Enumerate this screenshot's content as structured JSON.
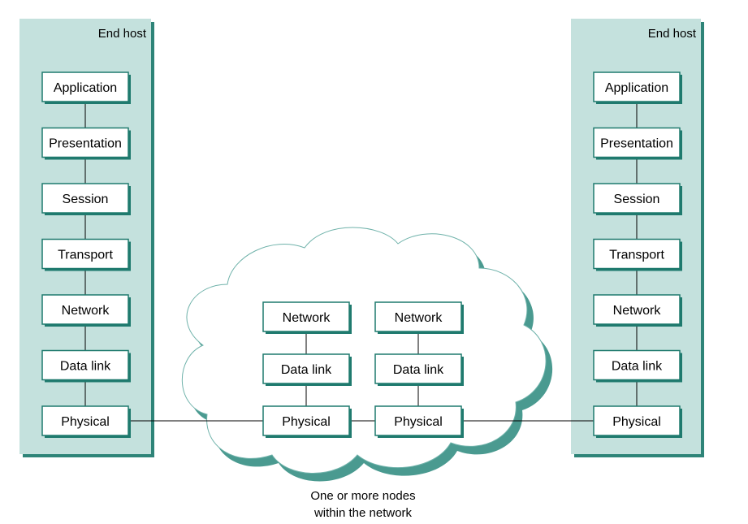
{
  "colors": {
    "panel_fill": "#c4e1dd",
    "panel_shadow": "#2e8478",
    "box_border": "#1f7a6e",
    "box_fill": "#ffffff",
    "line": "#000000",
    "cloud_fill": "#ffffff",
    "cloud_shadow": "#4a9a90",
    "cloud_outline": "#6fb2aa"
  },
  "left_host": {
    "title": "End host",
    "layers": [
      "Application",
      "Presentation",
      "Session",
      "Transport",
      "Network",
      "Data link",
      "Physical"
    ]
  },
  "right_host": {
    "title": "End host",
    "layers": [
      "Application",
      "Presentation",
      "Session",
      "Transport",
      "Network",
      "Data link",
      "Physical"
    ]
  },
  "network_nodes": [
    {
      "layers": [
        "Network",
        "Data link",
        "Physical"
      ]
    },
    {
      "layers": [
        "Network",
        "Data link",
        "Physical"
      ]
    }
  ],
  "caption": [
    "One or more nodes",
    "within the network"
  ]
}
